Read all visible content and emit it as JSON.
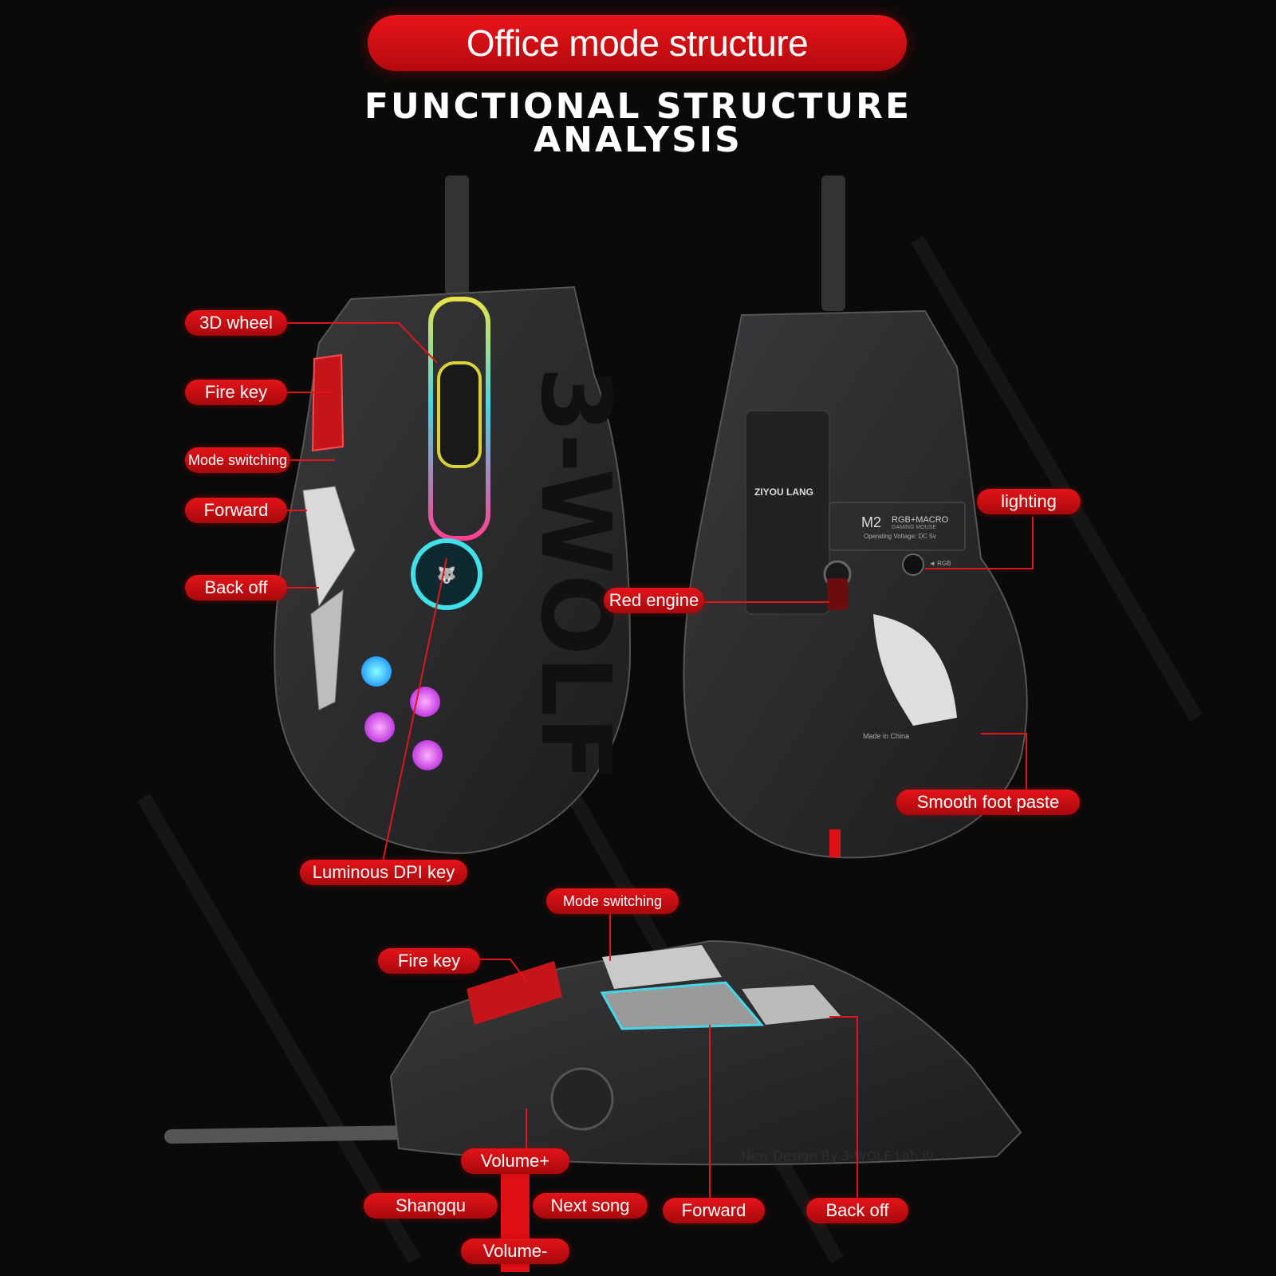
{
  "banner": "Office mode structure",
  "headline": {
    "line1": "FUNCTIONAL STRUCTURE",
    "line2": "ANALYSIS"
  },
  "brand": "3-WOLF",
  "bottom_label": {
    "logo_text": "ZIYOU LANG",
    "model": "M2",
    "model_sub": "RGB+MACRO",
    "model_sub2": "GAMING MOUSE",
    "voltage": "Operating Voltage: DC 5v",
    "rgb": "◄ RGB",
    "made_in": "Made in China"
  },
  "side_print": "New Design By 3-WOLF Lab III",
  "labels": {
    "wheel_3d": "3D wheel",
    "fire_key_top": "Fire key",
    "mode_switching_top": "Mode switching",
    "forward_top": "Forward",
    "back_off_top": "Back off",
    "luminous_dpi": "Luminous DPI key",
    "lighting": "lighting",
    "red_engine": "Red engine",
    "smooth_foot": "Smooth foot paste",
    "mode_switching_side": "Mode switching",
    "fire_key_side": "Fire key",
    "volume_plus": "Volume+",
    "shangqu": "Shangqu",
    "next_song": "Next song",
    "volume_minus": "Volume-",
    "forward_side": "Forward",
    "back_off_side": "Back off"
  },
  "colors": {
    "accent_red": "#e3141a",
    "body": "#2a2a2c",
    "background": "#0a0a0a"
  }
}
